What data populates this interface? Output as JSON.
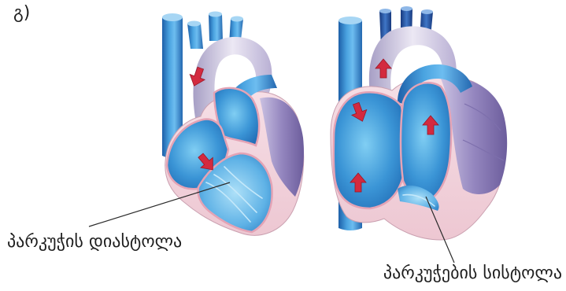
{
  "figure_label": "გ)",
  "labels": {
    "diastole": "პარკუჭის დიასტოლა",
    "systole": "პარკუჭების სისტოლა"
  },
  "colors": {
    "blood_arrow": "#d32a3f",
    "vessel_blue": "#2f86cc",
    "aorta": "#d8d2e6",
    "myocardium_pink": "#f2d3dc",
    "wall_purple": "#9a8cc2"
  }
}
